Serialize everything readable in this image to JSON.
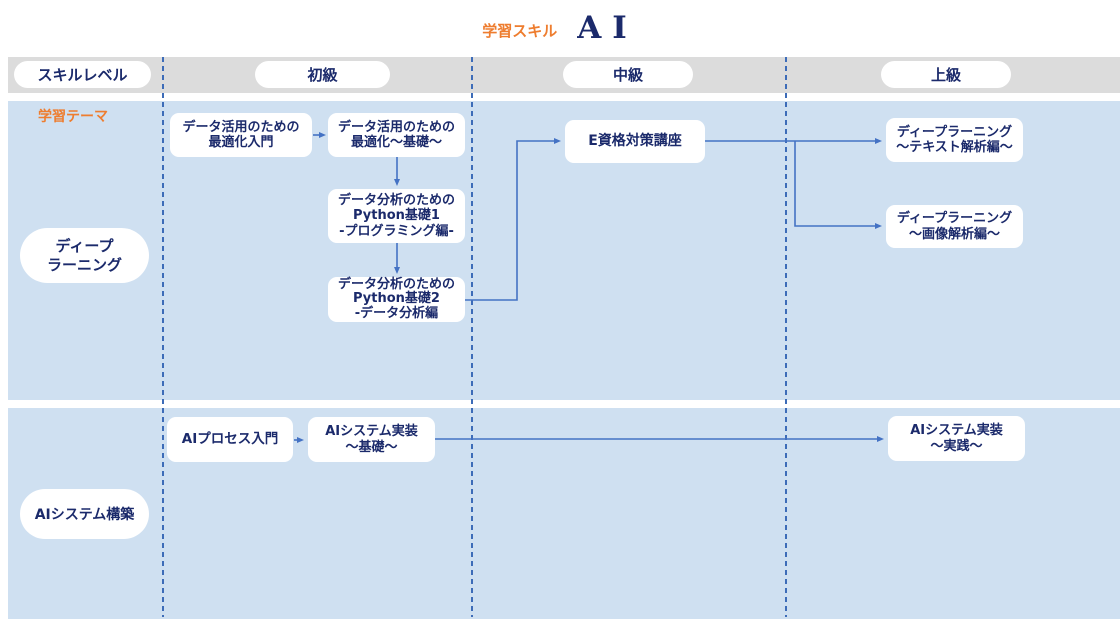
{
  "title": {
    "category": "学習スキル",
    "skill": "AI"
  },
  "header": {
    "row_label": "スキルレベル",
    "levels": [
      "初級",
      "中級",
      "上級"
    ]
  },
  "theme_header": "学習テーマ",
  "themes": [
    {
      "label": "ディープ\nラーニング"
    },
    {
      "label": "AIシステム構築"
    }
  ],
  "courses": {
    "opt_intro": {
      "label": "データ活用のための\n最適化入門"
    },
    "opt_basic": {
      "label": "データ活用のための\n最適化〜基礎〜"
    },
    "python1": {
      "label": "データ分析のための\nPython基礎1\n-プログラミング編-"
    },
    "python2": {
      "label": "データ分析のための\nPython基礎2\n-データ分析編"
    },
    "e_cert": {
      "label": "E資格対策講座"
    },
    "dl_text": {
      "label": "ディープラーニング\n〜テキスト解析編〜"
    },
    "dl_image": {
      "label": "ディープラーニング\n〜画像解析編〜"
    },
    "ai_process": {
      "label": "AIプロセス入門"
    },
    "ai_impl_basic": {
      "label": "AIシステム実装\n〜基礎〜"
    },
    "ai_impl_practice": {
      "label": "AIシステム実装\n〜実践〜"
    }
  },
  "colors": {
    "band_blue": "#cfe0f1",
    "header_gray": "#dcdcdc",
    "text_navy": "#1b2a6b",
    "accent_orange": "#ee7d2f",
    "connector_blue": "#4472c4",
    "divider_blue": "#3d6cb8"
  }
}
